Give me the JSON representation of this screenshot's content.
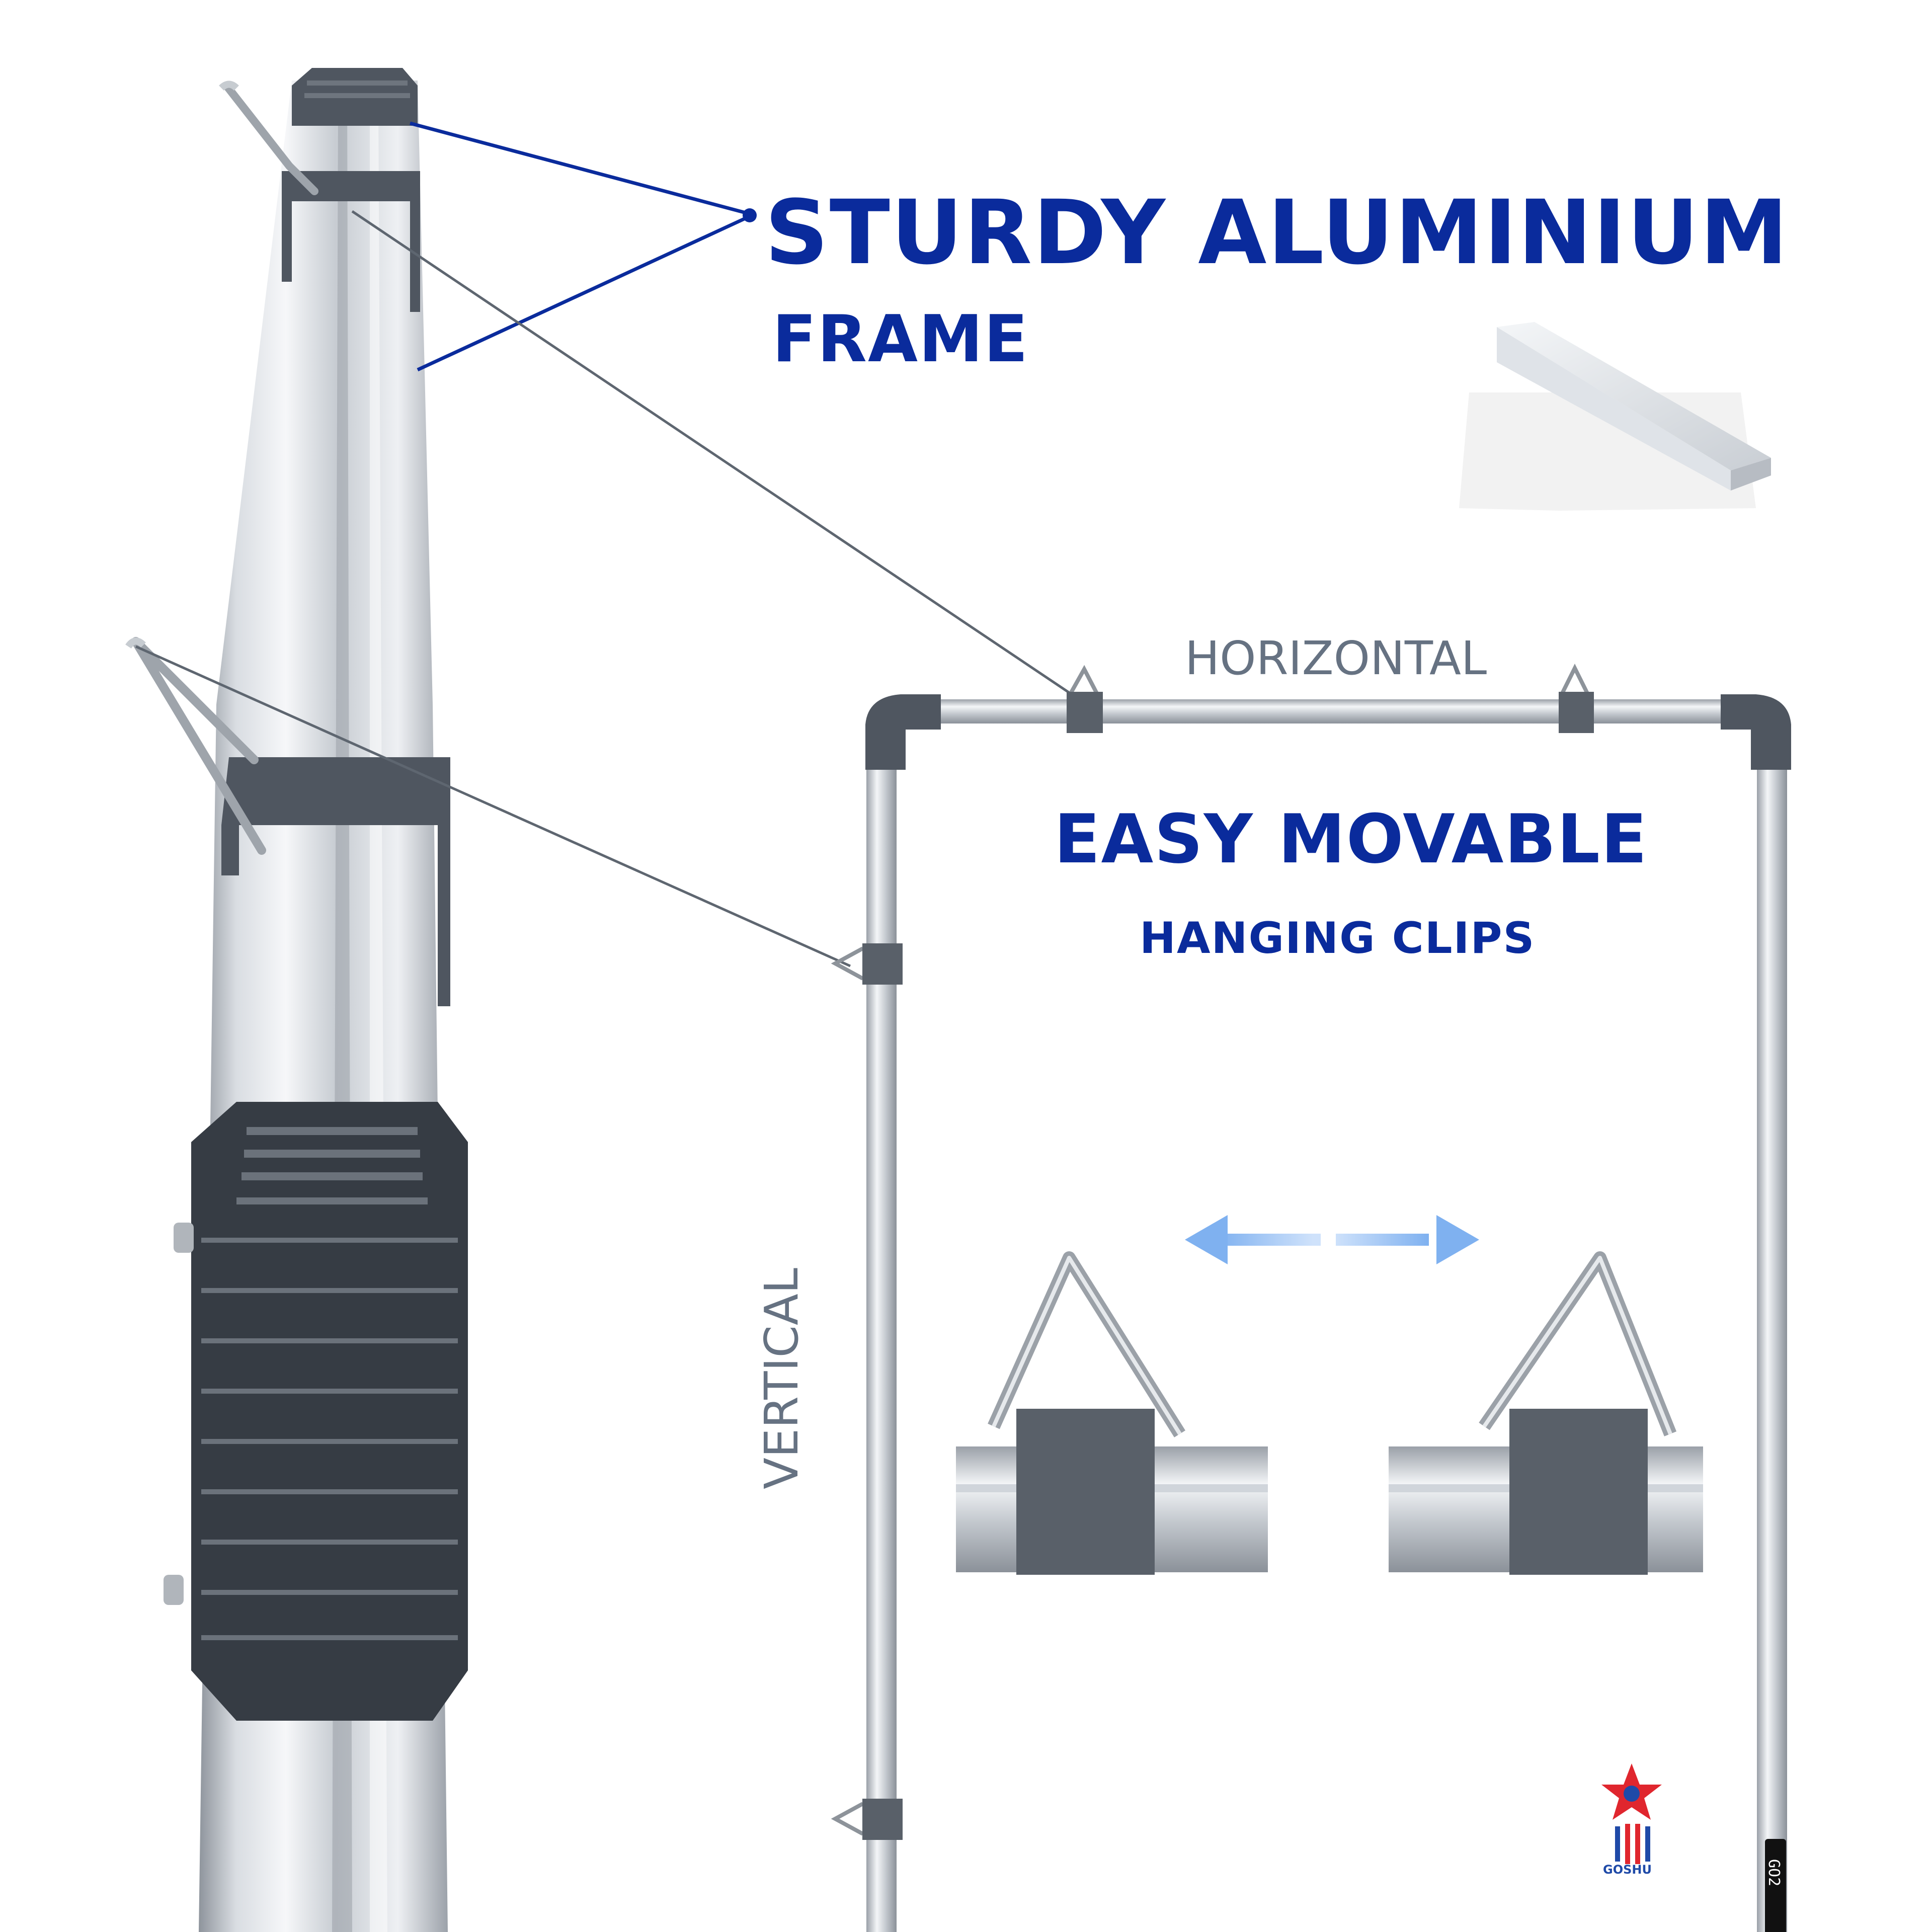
{
  "headline_primary": {
    "title": "STURDY ALUMINIUM",
    "subtitle": "FRAME"
  },
  "headline_secondary": {
    "title": "EASY MOVABLE",
    "subtitle": "HANGING CLIPS"
  },
  "labels": {
    "horizontal": "HORIZONTAL",
    "vertical": "VERTICAL"
  },
  "brand": {
    "name": "GOSHU",
    "model_tag": "GO2"
  },
  "icons": {
    "brand_logo": "star-stripes-logo-icon",
    "move_arrow": "double-arrow-icon",
    "aluminium_bar": "aluminium-bar-icon",
    "hanging_clip": "triangle-clip-icon"
  },
  "colors": {
    "headline": "#0a2b9c",
    "leader_line_primary": "#0a2b9c",
    "leader_line_secondary": "#5e6670",
    "label_gray": "#667282",
    "connector_dark": "#4a525c",
    "aluminium_light": "#e8ebef",
    "aluminium_mid": "#b9bec5",
    "arrow_blue": "#7fb1f0",
    "brand_red": "#e0262e",
    "brand_blue": "#1f4aa8"
  }
}
